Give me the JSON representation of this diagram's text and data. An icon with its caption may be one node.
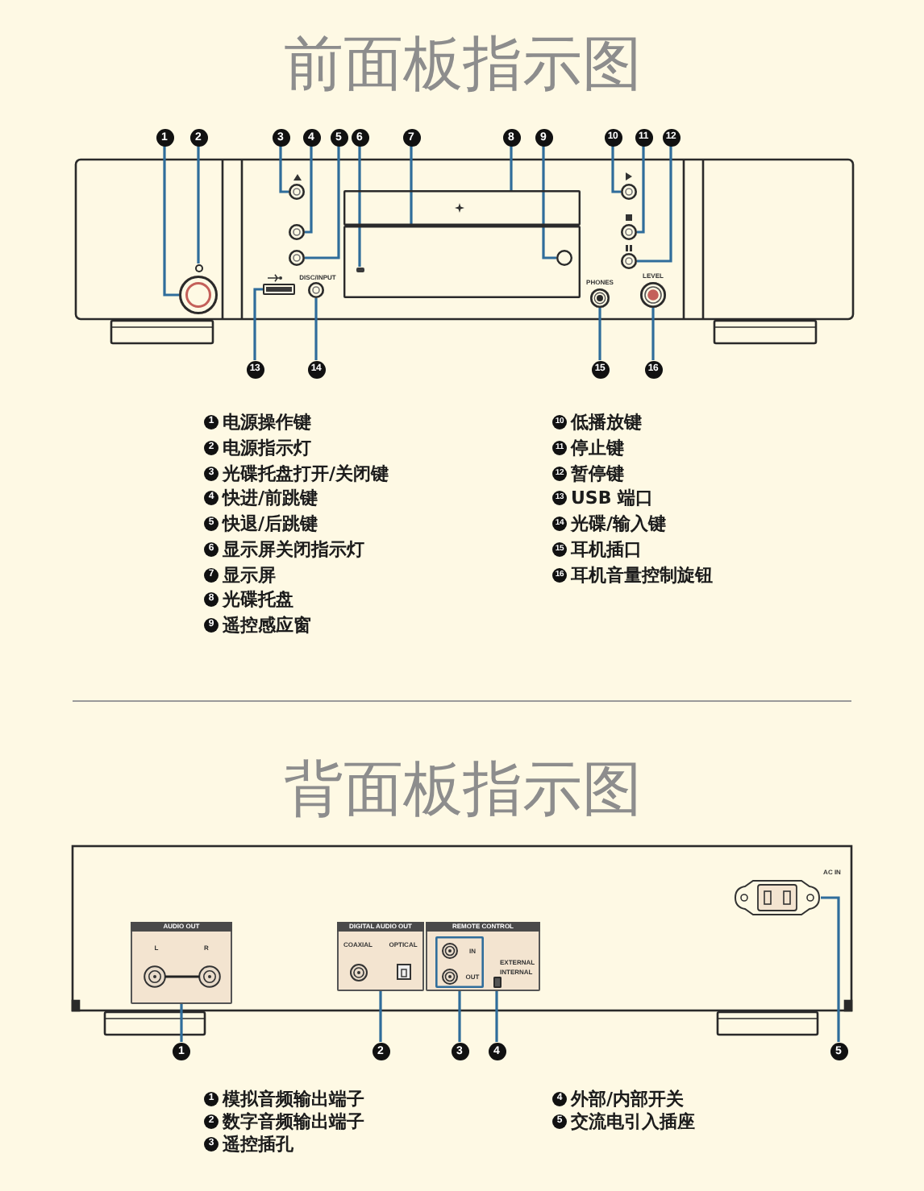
{
  "diagram": {
    "title": "前面板指示图",
    "nodes": [
      {
        "text": [
          "1"
        ]
      },
      {
        "text": [
          "2"
        ]
      },
      {
        "text": [
          "3"
        ]
      },
      {
        "text": [
          "4"
        ]
      },
      {
        "text": [
          "5"
        ]
      },
      {
        "text": [
          "6"
        ]
      },
      {
        "text": [
          "7"
        ]
      },
      {
        "text": [
          "8"
        ]
      },
      {
        "text": [
          "9"
        ]
      },
      {
        "text": [
          "10"
        ]
      },
      {
        "text": [
          "11"
        ]
      },
      {
        "text": [
          "12"
        ]
      },
      {
        "text": [
          "13"
        ]
      },
      {
        "text": [
          "14"
        ]
      },
      {
        "text": [
          "15"
        ]
      },
      {
        "text": [
          "16"
        ]
      },
      {
        "text": [],
        "shape": "circle"
      },
      {
        "text": [],
        "shape": "circle"
      },
      {
        "text": [],
        "shape": "circle"
      },
      {
        "text": [],
        "shape": "circle"
      },
      {
        "text": [],
        "shape": "circle"
      },
      {
        "text": [],
        "shape": "box"
      },
      {
        "text": [],
        "shape": "box"
      },
      {
        "text": [],
        "shape": "box",
        "in": 22
      },
      {
        "text": [],
        "shape": "circle",
        "in": 22
      },
      {
        "text": [],
        "shape": "circle"
      },
      {
        "text": [],
        "shape": "circle"
      },
      {
        "text": [],
        "shape": "circle"
      },
      {
        "text": [],
        "shape": "box"
      },
      {
        "text": [],
        "shape": "circle"
      },
      {
        "text": [],
        "shape": "circle"
      },
      {
        "text": [],
        "shape": "circle"
      },
      {
        "text": [
          "1"
        ]
      },
      {
        "text": [
          "2"
        ]
      },
      {
        "text": [
          "3"
        ]
      },
      {
        "text": [
          "4"
        ]
      },
      {
        "text": [
          "5"
        ]
      },
      {
        "text": [
          "AUDIO OUT",
          "L",
          "R"
        ]
      },
      {
        "text": [
          "DIGITAL AUDIO OUT",
          "COAXIAL",
          "OPTICAL"
        ]
      },
      {
        "text": [
          "REMOTE CONTROL",
          "EXTERNAL",
          "INTERNAL"
        ]
      },
      {
        "text": [
          "IN",
          "OUT"
        ],
        "in": 39
      },
      {
        "text": [],
        "shape": "box",
        "in": 39
      },
      {
        "text": [],
        "shape": "box"
      }
    ],
    "edges": [
      {
        "from": 0,
        "to": 16,
        "arrow": "none"
      },
      {
        "from": 1,
        "to": 17,
        "arrow": "none"
      },
      {
        "from": 2,
        "to": 18,
        "arrow": "none"
      },
      {
        "from": 3,
        "to": 19,
        "arrow": "none"
      },
      {
        "from": 4,
        "to": 20,
        "arrow": "none"
      },
      {
        "from": 5,
        "to": 23,
        "arrow": "none"
      },
      {
        "from": 6,
        "to": 22,
        "arrow": "none"
      },
      {
        "from": 7,
        "to": 21,
        "arrow": "none"
      },
      {
        "from": 8,
        "to": 24,
        "arrow": "none"
      },
      {
        "from": 9,
        "to": 25,
        "arrow": "none"
      },
      {
        "from": 10,
        "to": 26,
        "arrow": "none"
      },
      {
        "from": 11,
        "to": 27,
        "arrow": "none"
      },
      {
        "from": 12,
        "to": 28,
        "arrow": "none"
      },
      {
        "from": 13,
        "to": 29,
        "arrow": "none"
      },
      {
        "from": 14,
        "to": 30,
        "arrow": "none"
      },
      {
        "from": 15,
        "to": 31,
        "arrow": "none"
      },
      {
        "from": 32,
        "to": 37,
        "arrow": "none"
      },
      {
        "from": 33,
        "to": 38,
        "arrow": "none"
      },
      {
        "from": 34,
        "to": 40,
        "arrow": "none"
      },
      {
        "from": 35,
        "to": 41,
        "arrow": "none"
      },
      {
        "from": 36,
        "to": 42,
        "arrow": "none"
      }
    ],
    "labels": [
      "DISC/INPUT",
      "PHONES",
      "LEVEL",
      "1",
      "电源操作键",
      "2",
      "电源指示灯",
      "3",
      "光碟托盘打开/关闭键",
      "4",
      "快进/前跳键",
      "5",
      "快退/后跳键",
      "6",
      "显示屏关闭指示灯",
      "7",
      "显示屏",
      "8",
      "光碟托盘",
      "9",
      "遥控感应窗",
      "10",
      "低播放键",
      "11",
      "停止键",
      "12",
      "暂停键",
      "13",
      "USB 端口",
      "14",
      "光碟/输入键",
      "15",
      "耳机插口",
      "16",
      "耳机音量控制旋钮",
      "背面板指示图",
      "AC IN",
      "1",
      "模拟音频输出端子",
      "2",
      "数字音频输出端子",
      "3",
      "遥控插孔",
      "4",
      "外部/内部开关",
      "5",
      "交流电引入插座"
    ]
  }
}
